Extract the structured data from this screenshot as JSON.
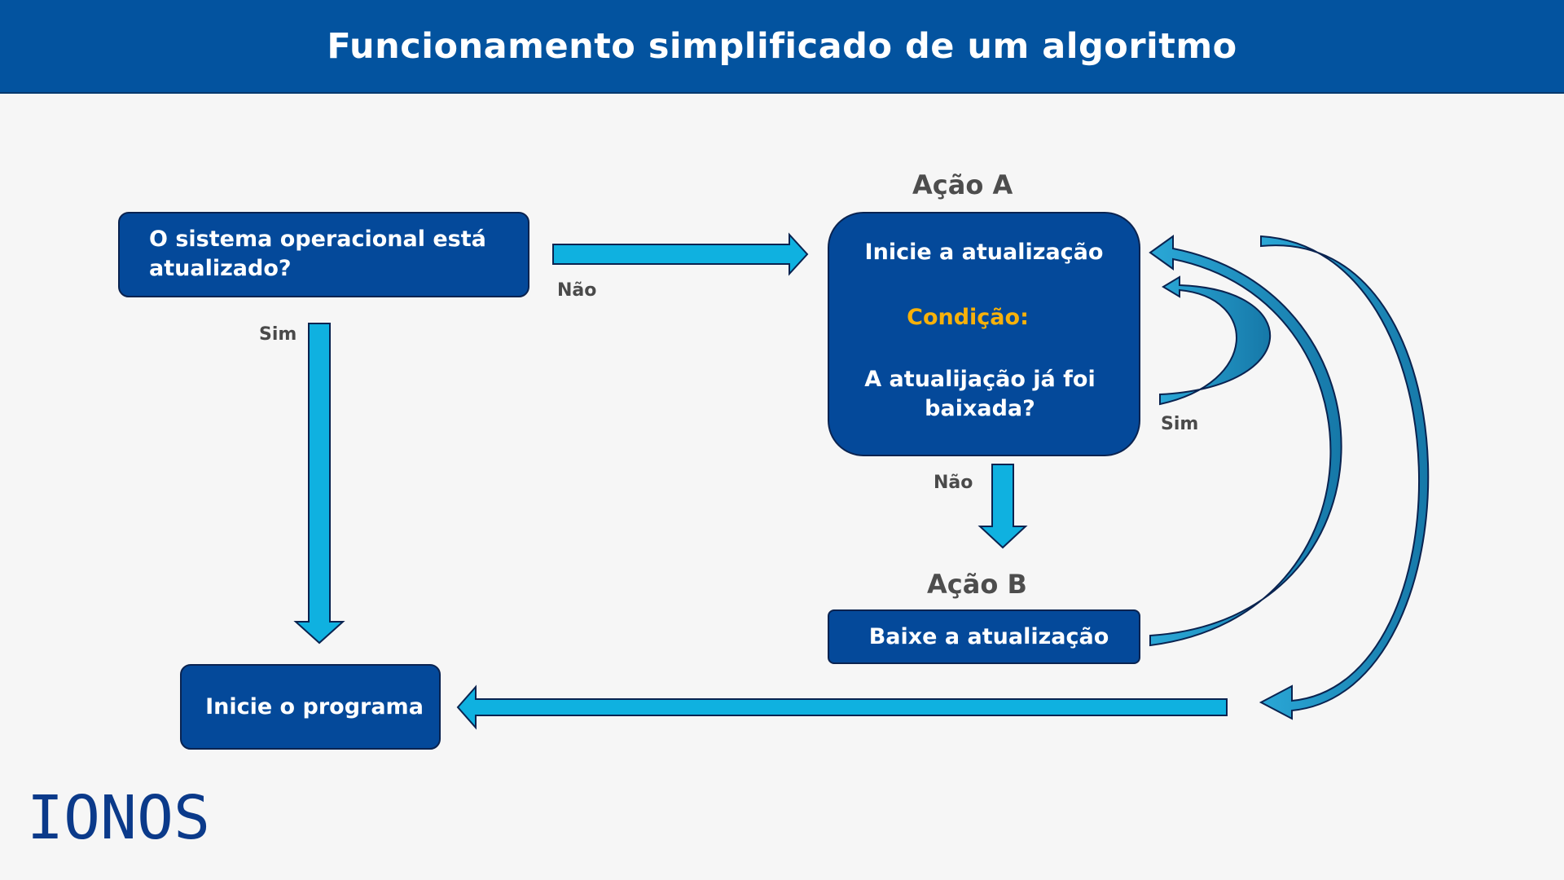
{
  "title": "Funcionamento simplificado de um algoritmo",
  "question_box": {
    "text": "O sistema operacional está atualizado?"
  },
  "action_a": {
    "heading": "Ação A",
    "line1": "Inicie a atualização",
    "condition_label": "Condição:",
    "condition_text": "A atualijação já foi baixada?"
  },
  "action_b": {
    "heading": "Ação B",
    "text": "Baixe a atualização"
  },
  "program_box": {
    "text": "Inicie o programa"
  },
  "labels": {
    "nao_top": "Não",
    "sim_left": "Sim",
    "sim_right": "Sim",
    "nao_middle": "Não"
  },
  "logo": {
    "text": "IONOS"
  },
  "colors": {
    "banner": "#03539f",
    "box_fill": "#04499a",
    "box_border": "#0a2350",
    "arrow_fill": "#0fb1e0",
    "arrow_stroke": "#0a2350",
    "condition": "#f7b10a",
    "logo": "#0b3a8a"
  }
}
